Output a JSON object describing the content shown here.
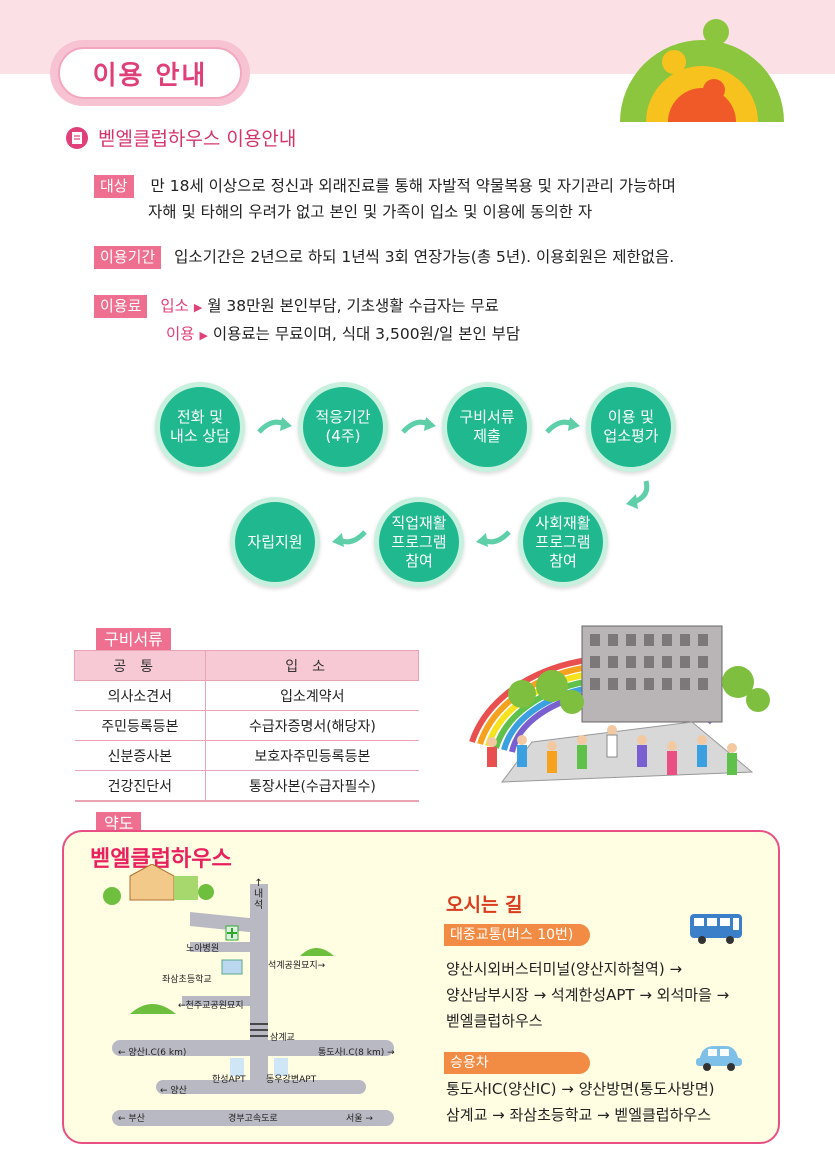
{
  "header": {
    "title": "이용 안내"
  },
  "subheading": "벧엘클럽하우스 이용안내",
  "eligibility": {
    "tag": "대상",
    "line1": "만 18세 이상으로 정신과 외래진료를 통해 자발적 약물복용 및 자기관리 가능하며",
    "line2": "자해 및 타해의 우려가 없고 본인 및 가족이 입소 및 이용에 동의한 자"
  },
  "period": {
    "tag": "이용기간",
    "text": "입소기간은 2년으로 하되 1년씩 3회 연장가능(총 5년). 이용회원은 제한없음."
  },
  "fees": {
    "tag": "이용료",
    "admission_label": "입소",
    "admission_text": "월 38만원 본인부담, 기초생활 수급자는 무료",
    "use_label": "이용",
    "use_text": "이용료는 무료이며, 식대 3,500원/일 본인 부담"
  },
  "flow": {
    "steps": [
      "전화 및\n내소 상담",
      "적응기간\n(4주)",
      "구비서류\n제출",
      "이용 및\n업소평가",
      "사회재활\n프로그램\n참여",
      "직업재활\n프로그램\n참여",
      "자립지원"
    ]
  },
  "documents": {
    "tag": "구비서류",
    "headers": [
      "공통",
      "입소"
    ],
    "rows": [
      [
        "의사소견서",
        "입소계약서"
      ],
      [
        "주민등록등본",
        "수급자증명서(해당자)"
      ],
      [
        "신분증사본",
        "보호자주민등록등본"
      ],
      [
        "건강진단서",
        "통장사본(수급자필수)"
      ]
    ]
  },
  "map": {
    "tag": "약도",
    "name": "벧엘클럽하우스",
    "labels": {
      "naeseok": "↑\n내\n석",
      "hospital": "노아병원",
      "cemetery": "석계공원묘지→",
      "school": "좌삼초등학교",
      "catholic": "←천주교공원묘지",
      "samgye": "삼계교",
      "yangsan_ic": "← 양산I.C(6 km)",
      "tongdo_ic": "통도사I.C(8 km) →",
      "hanseong": "한성APT",
      "dongwoo": "동우강변APT",
      "yangsan": "← 양산",
      "busan": "← 부산",
      "expressway": "경부고속도로",
      "seoul": "서울 →"
    }
  },
  "directions": {
    "title": "오시는 길",
    "public_label": "대중교통(버스 10번)",
    "public_lines": [
      "양산시외버스터미널(양산지하철역) →",
      "양산남부시장 → 석계한성APT → 외석마을 →",
      "벧엘클럽하우스"
    ],
    "car_label": "승용차",
    "car_lines": [
      "통도사IC(양산IC) → 양산방면(통도사방면)",
      "삼계교 → 좌삼초등학교 → 벧엘클럽하우스"
    ]
  }
}
